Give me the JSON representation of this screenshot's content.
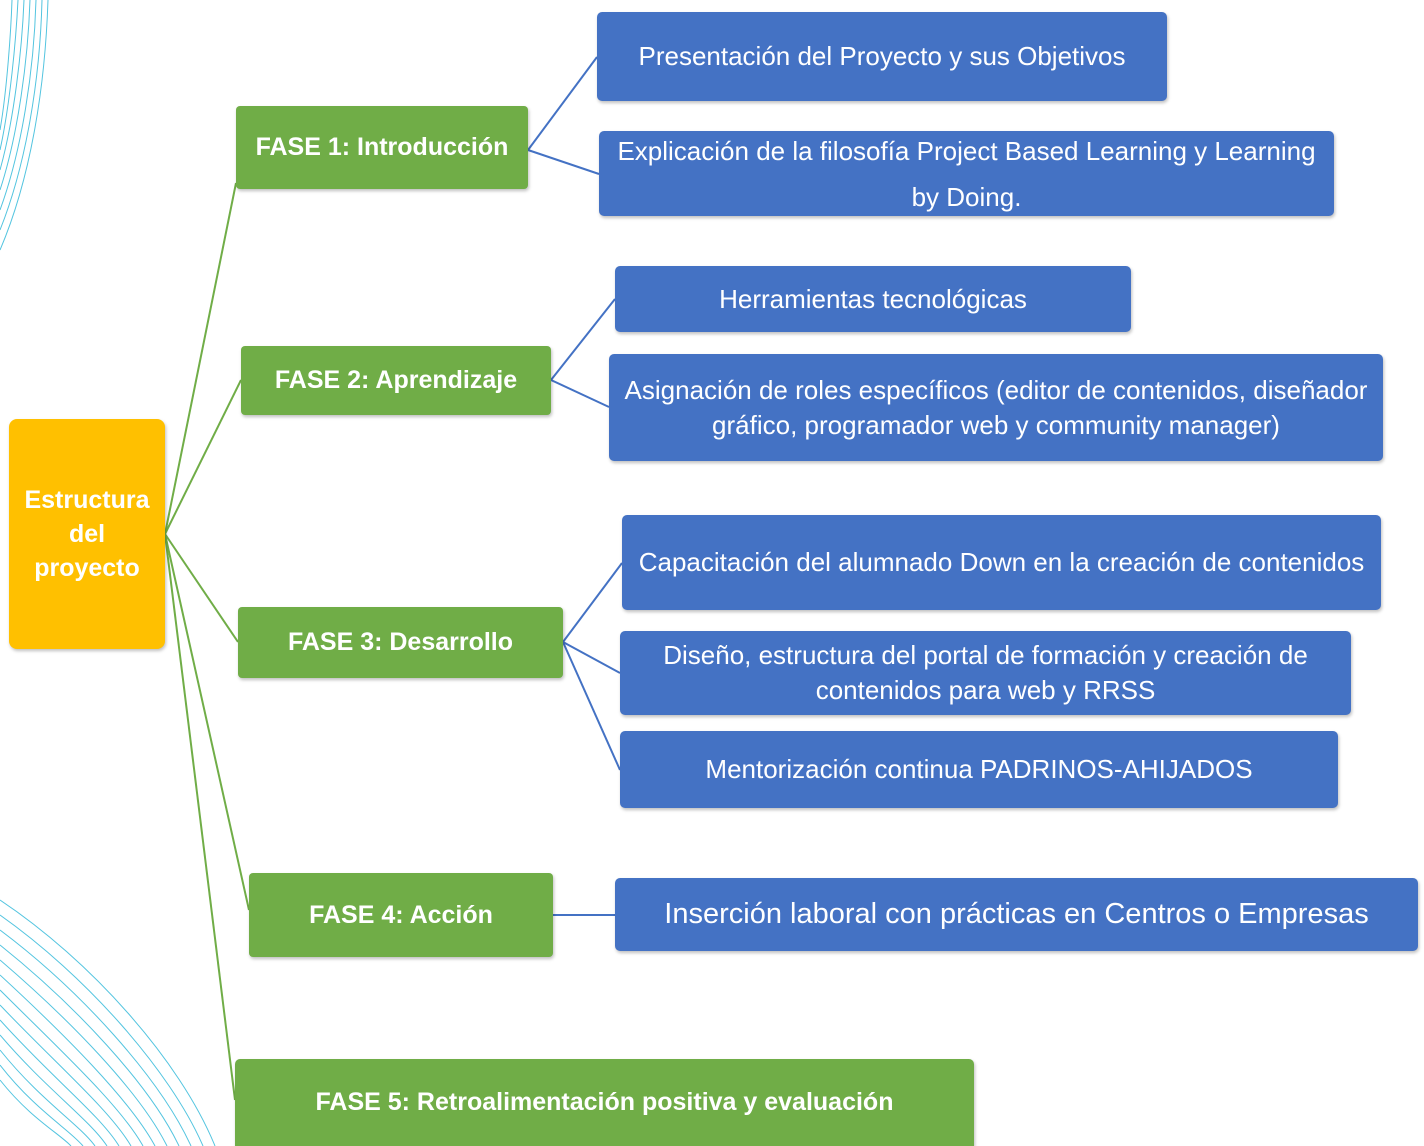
{
  "root": {
    "label": "Estructura del proyecto"
  },
  "phases": [
    {
      "label": "FASE 1: Introducción"
    },
    {
      "label": "FASE 2: Aprendizaje"
    },
    {
      "label": "FASE 3: Desarrollo"
    },
    {
      "label": "FASE 4: Acción"
    },
    {
      "label": "FASE 5: Retroalimentación positiva y evaluación"
    }
  ],
  "tasks": [
    {
      "label": "Presentación del Proyecto y sus Objetivos"
    },
    {
      "label": "Explicación de la filosofía Project Based Learning y Learning by Doing."
    },
    {
      "label": "Herramientas tecnológicas"
    },
    {
      "label": "Asignación de roles específicos (editor de contenidos, diseñador gráfico, programador web y community manager)"
    },
    {
      "label": "Capacitación del alumnado Down en la creación de contenidos"
    },
    {
      "label": "Diseño, estructura del portal de formación y creación de contenidos para web y RRSS"
    },
    {
      "label": "Mentorización continua PADRINOS-AHIJADOS"
    },
    {
      "label": "Inserción laboral con prácticas en Centros o Empresas"
    }
  ],
  "colors": {
    "root": "#ffc000",
    "phase": "#70ad47",
    "task": "#4472c4",
    "connector_root": "#70ad47",
    "connector_phase": "#4472c4",
    "decoration": "#29b6d8"
  }
}
